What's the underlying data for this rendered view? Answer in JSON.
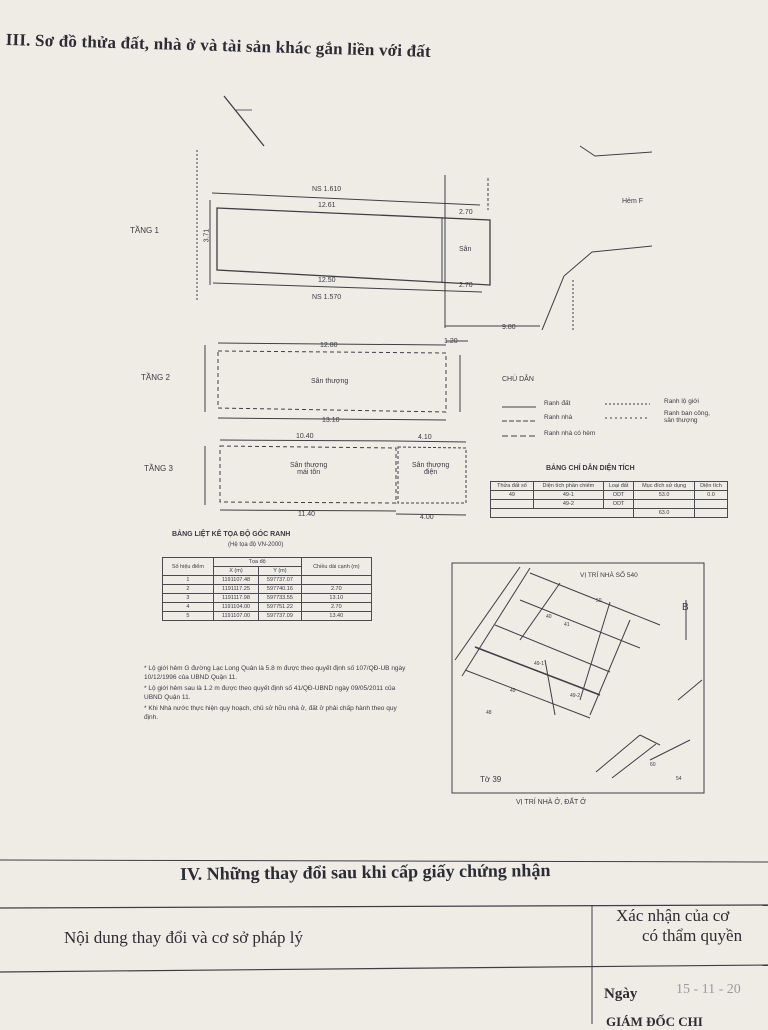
{
  "section3": {
    "title": "III. Sơ đồ thửa đất, nhà ở và tài sản khác gắn liền với đất"
  },
  "plan": {
    "floors": [
      "TẦNG 1",
      "TẦNG 2",
      "TẦNG 3"
    ],
    "inner_labels": {
      "floor1_right": "Sân",
      "floor2": "Sân thượng",
      "floor3_left": "Sân thượng\nmái tôn",
      "floor3_right": "Sân thượng\nđiện"
    },
    "dims": {
      "top_total": "12.80",
      "top_len": "12.61",
      "right_w": "2.70",
      "bottom_len": "12.50",
      "bottom_w": "2.70",
      "left_h": "3.71",
      "f2_top": "12.80",
      "f2_right": "1.20",
      "f2_bottom": "13.10",
      "f3_top": "10.40",
      "f3_mid": "4.10",
      "f3_bottom": "11.40",
      "f3_right": "4.00",
      "road_dim": "9.80"
    },
    "street_labels": {
      "top": "NS 1.610",
      "bottom": "NS 1.570",
      "hem": "Hẻm F"
    }
  },
  "legend": {
    "title": "CHÚ DẪN",
    "items": [
      "Ranh đất",
      "Ranh nhà",
      "Ranh nhà có hèm",
      "Ranh lộ giới",
      "Ranh ban công,\nsân thượng"
    ]
  },
  "area_table": {
    "title": "BẢNG CHỈ DẪN DIỆN TÍCH",
    "headers": [
      "Thửa đất số",
      "Diện tích phần chiếm",
      "Loại đất",
      "Mục đích sử dụng",
      "Diện tích"
    ],
    "rows": [
      [
        "49",
        "49-1",
        "ODT",
        "53.0",
        "0.0"
      ],
      [
        "",
        "49-2",
        "ODT",
        "",
        ""
      ]
    ],
    "total": "63.0"
  },
  "coord_table": {
    "title": "BẢNG LIỆT KÊ TỌA ĐỘ GÓC RANH",
    "subtitle": "(Hệ tọa độ VN-2000)",
    "headers": [
      "Số hiệu điểm",
      "X (m)",
      "Y (m)",
      "Chiều dài cạnh (m)"
    ],
    "group_header": "Tọa độ",
    "rows": [
      [
        "1",
        "1191107.48",
        "597737.07",
        ""
      ],
      [
        "2",
        "1191117.25",
        "597740.16",
        "2.70"
      ],
      [
        "3",
        "1191117.98",
        "597733.55",
        "13.10"
      ],
      [
        "4",
        "1191104.00",
        "597751.22",
        "2.70"
      ],
      [
        "5",
        "1191107.00",
        "597737.09",
        "13.40"
      ]
    ]
  },
  "notes": [
    "* Lộ giới hẻm G đường Lạc Long Quân là 5.8 m được theo quyết định số 107/QĐ-UB ngày 10/12/1996 của UBND Quận 11.",
    "* Lộ giới hẻm sau là 1.2 m được theo quyết định số 41/QĐ-UBND ngày 09/05/2011 của UBND Quận 11.",
    "* Khi Nhà nước thực hiện quy hoạch, chủ sở hữu nhà ở, đất ở phải chấp hành theo quy định."
  ],
  "location_map": {
    "label_top": "VỊ TRÍ NHÀ SỐ 540",
    "sheet": "Tờ 39",
    "caption": "VỊ TRÍ NHÀ Ở, ĐẤT Ở",
    "parcels": [
      "49",
      "49-1",
      "49-2",
      "41",
      "40",
      "48",
      "50",
      "51",
      "60",
      "54"
    ],
    "north": "B"
  },
  "section4": {
    "title": "IV. Những thay đổi sau khi cấp giấy chứng nhận",
    "col1": "Nội dung thay đổi và cơ sở pháp lý",
    "col2_line1": "Xác nhận của cơ",
    "col2_line2": "có thẩm quyền",
    "date_label": "Ngày",
    "date_value": "15 - 11 - 20",
    "signer": "GIÁM ĐỐC CHI"
  }
}
